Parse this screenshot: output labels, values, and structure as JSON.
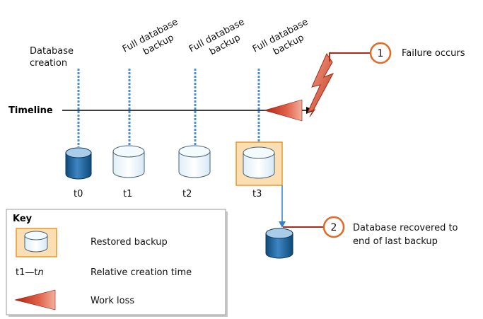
{
  "timeline": {
    "label": "Timeline"
  },
  "events": {
    "database_creation": [
      "Database",
      "creation"
    ],
    "backup_1": [
      "Full database",
      "backup"
    ],
    "backup_2": [
      "Full database",
      "backup"
    ],
    "backup_3": [
      "Full database",
      "backup"
    ]
  },
  "time_labels": {
    "t0": "t0",
    "t1": "t1",
    "t2": "t2",
    "t3": "t3"
  },
  "callouts": {
    "failure": {
      "number": "1",
      "text": "Failure occurs"
    },
    "recovered": {
      "number": "2",
      "line1": "Database recovered to",
      "line2": "end of last backup"
    }
  },
  "key": {
    "title": "Key",
    "restored": "Restored backup",
    "relative_prefix": "t1—t",
    "relative_suffix": "n",
    "relative_text": "Relative creation time",
    "work_loss": "Work loss"
  },
  "colors": {
    "highlight_fill": "#fbdfb3",
    "highlight_stroke": "#e8972a",
    "dark_db_top": "#a9cde8",
    "dark_db_body": "#1d5f95",
    "light_db_fill": "#f4fbff",
    "dashed_line": "#4a90d9",
    "callout_red": "#c0392b",
    "callout_circle": "#e26a26"
  }
}
